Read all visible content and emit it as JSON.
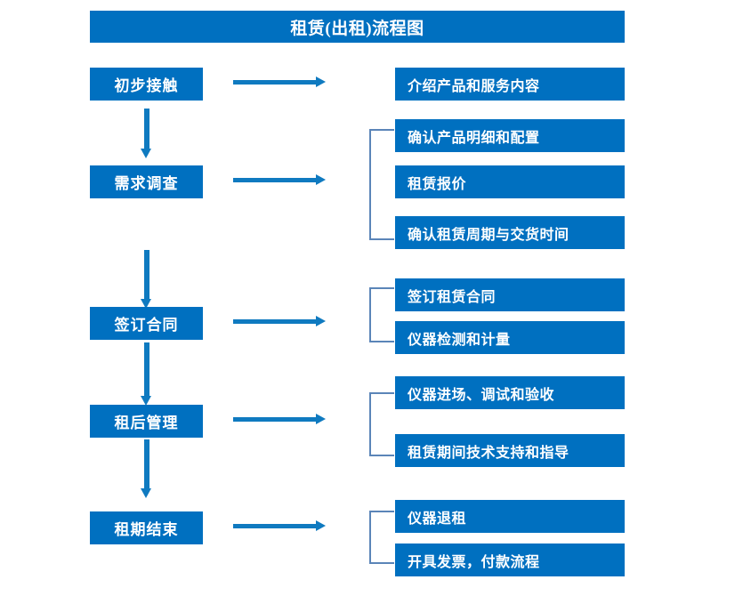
{
  "title": "租赁(出租)流程图",
  "theme": {
    "box_blue": "#0070C0",
    "arrow_blue": "#0F7AC0",
    "bracket_blue": "#5B85B8",
    "text_white": "#FFFFFF",
    "background": "#FFFFFF"
  },
  "stages": [
    {
      "label": "初步接触"
    },
    {
      "label": "需求调查"
    },
    {
      "label": "签订合同"
    },
    {
      "label": "租后管理"
    },
    {
      "label": "租期结束"
    }
  ],
  "details": [
    {
      "label": "介绍产品和服务内容"
    },
    {
      "label": "确认产品明细和配置"
    },
    {
      "label": "租赁报价"
    },
    {
      "label": "确认租赁周期与交货时间"
    },
    {
      "label": "签订租赁合同"
    },
    {
      "label": "仪器检测和计量"
    },
    {
      "label": "仪器进场、调试和验收"
    },
    {
      "label": "租赁期间技术支持和指导"
    },
    {
      "label": "仪器退租"
    },
    {
      "label": "开具发票，付款流程"
    }
  ],
  "icons": {
    "down_arrow": "down-arrow-icon",
    "right_arrow": "right-arrow-icon",
    "bracket": "group-bracket-icon"
  }
}
